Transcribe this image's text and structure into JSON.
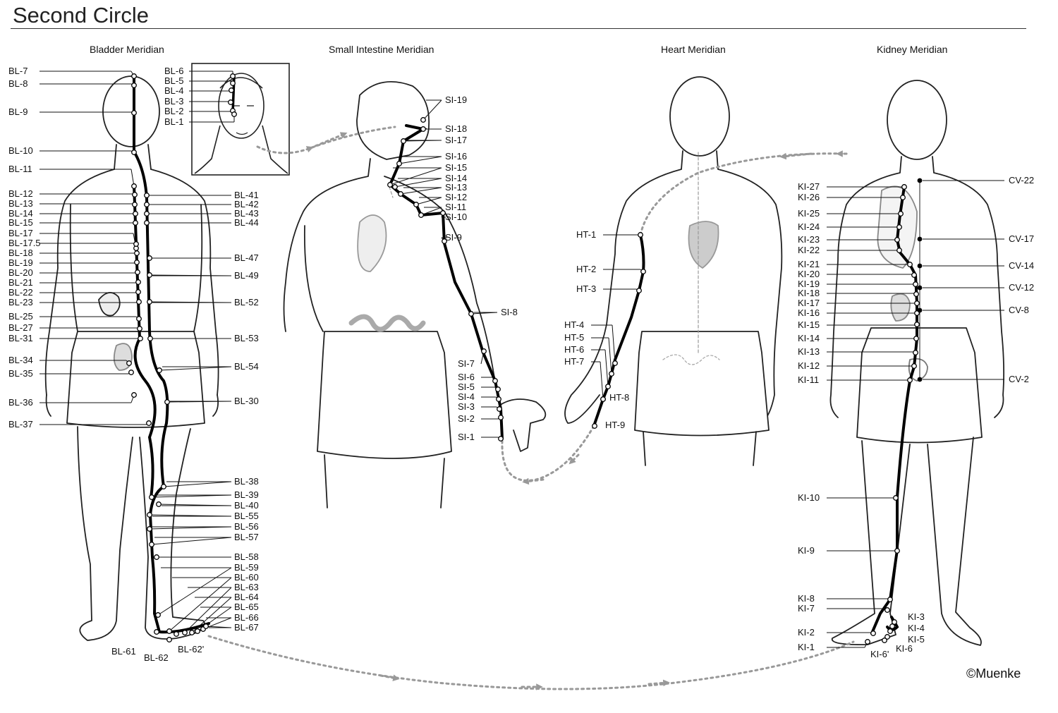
{
  "page": {
    "title": "Second Circle",
    "copyright": "©Muenke"
  },
  "sections": {
    "bladder": "Bladder Meridian",
    "small_intestine": "Small Intestine Meridian",
    "heart": "Heart Meridian",
    "kidney": "Kidney Meridian"
  },
  "points": {
    "bladder_left": [
      "BL-7",
      "BL-8",
      "BL-9",
      "BL-10",
      "BL-11",
      "BL-12",
      "BL-13",
      "BL-14",
      "BL-15",
      "BL-17",
      "BL-17.5",
      "BL-18",
      "BL-19",
      "BL-20",
      "BL-21",
      "BL-22",
      "BL-23",
      "BL-25",
      "BL-27",
      "BL-31",
      "BL-34",
      "BL-35",
      "BL-36",
      "BL-37"
    ],
    "bladder_head": [
      "BL-6",
      "BL-5",
      "BL-4",
      "BL-3",
      "BL-2",
      "BL-1"
    ],
    "bladder_right": [
      "BL-41",
      "BL-42",
      "BL-43",
      "BL-44",
      "BL-47",
      "BL-49",
      "BL-52",
      "BL-53",
      "BL-54",
      "BL-30",
      "BL-38",
      "BL-39",
      "BL-40",
      "BL-55",
      "BL-56",
      "BL-57",
      "BL-58",
      "BL-59",
      "BL-60",
      "BL-63",
      "BL-64",
      "BL-65",
      "BL-66",
      "BL-67"
    ],
    "bladder_foot": [
      "BL-61",
      "BL-62",
      "BL-62'"
    ],
    "small_intestine_upper": [
      "SI-19",
      "SI-18",
      "SI-17",
      "SI-16",
      "SI-15",
      "SI-14",
      "SI-13",
      "SI-12",
      "SI-11",
      "SI-10",
      "SI-9",
      "SI-8"
    ],
    "small_intestine_lower": [
      "SI-7",
      "SI-6",
      "SI-5",
      "SI-4",
      "SI-3",
      "SI-2",
      "SI-1"
    ],
    "heart": [
      "HT-1",
      "HT-2",
      "HT-3",
      "HT-4",
      "HT-5",
      "HT-6",
      "HT-7",
      "HT-8",
      "HT-9"
    ],
    "kidney": [
      "KI-27",
      "KI-26",
      "KI-25",
      "KI-24",
      "KI-23",
      "KI-22",
      "KI-21",
      "KI-20",
      "KI-19",
      "KI-18",
      "KI-17",
      "KI-16",
      "KI-15",
      "KI-14",
      "KI-13",
      "KI-12",
      "KI-11",
      "KI-10",
      "KI-9",
      "KI-8",
      "KI-7",
      "KI-2",
      "KI-1"
    ],
    "kidney_foot": [
      "KI-3",
      "KI-4",
      "KI-5",
      "KI-6",
      "KI-6'"
    ],
    "conception_vessel": [
      "CV-22",
      "CV-17",
      "CV-14",
      "CV-12",
      "CV-8",
      "CV-2"
    ]
  }
}
